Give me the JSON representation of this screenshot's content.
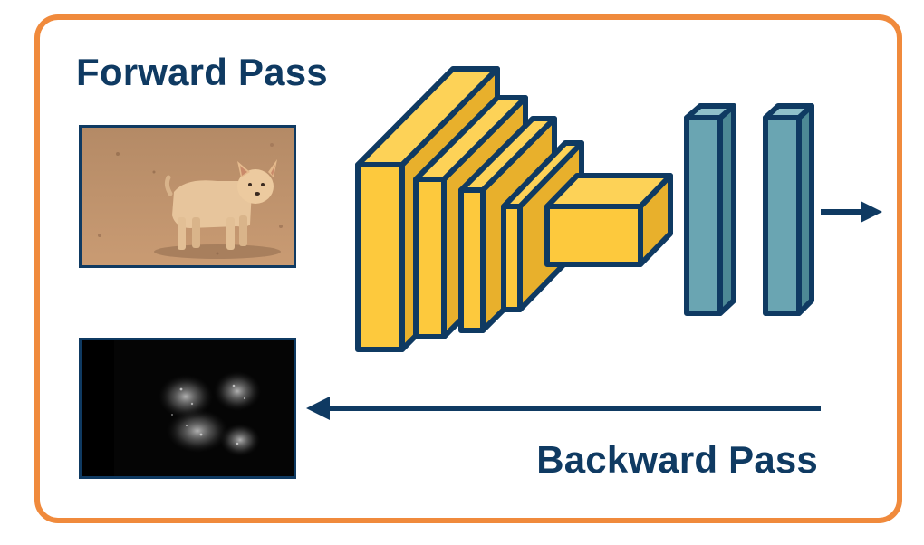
{
  "diagram": {
    "forward_label": "Forward Pass",
    "backward_label": "Backward Pass",
    "colors": {
      "frame": "#f08a3c",
      "text": "#0f3a62",
      "outline": "#0f3a62",
      "conv_front": "#fdc93d",
      "conv_side": "#e8b02c",
      "conv_top": "#fdd257",
      "fc_front": "#6aa5b2",
      "fc_side": "#4d8995",
      "fc_top": "#8fc0ca"
    },
    "icons": {
      "input_image": "dog-photo",
      "saliency_map": "saliency-heatmap",
      "forward_arrow": "arrow-right-icon",
      "backward_arrow": "arrow-left-icon"
    }
  }
}
